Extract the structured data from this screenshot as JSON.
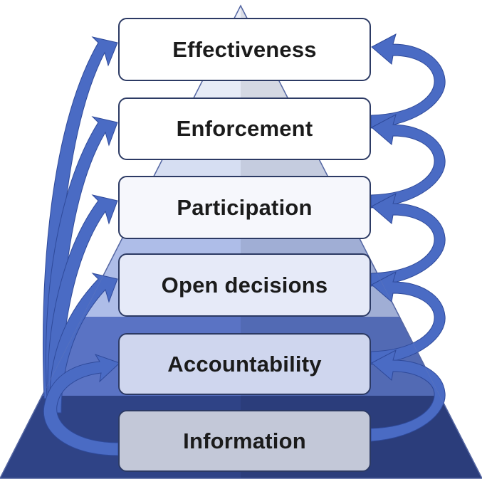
{
  "pyramid": {
    "levels": [
      {
        "label": "Effectiveness"
      },
      {
        "label": "Enforcement"
      },
      {
        "label": "Participation"
      },
      {
        "label": "Open decisions"
      },
      {
        "label": "Accountability"
      },
      {
        "label": "Information"
      }
    ]
  },
  "colors": {
    "arrow": "#4a6bc4",
    "arrow_dark": "#2f4a9a",
    "box_border": "#2c3a64",
    "pyramid_base": "#2d3f80",
    "pyramid_top": "#e6ebf8"
  }
}
